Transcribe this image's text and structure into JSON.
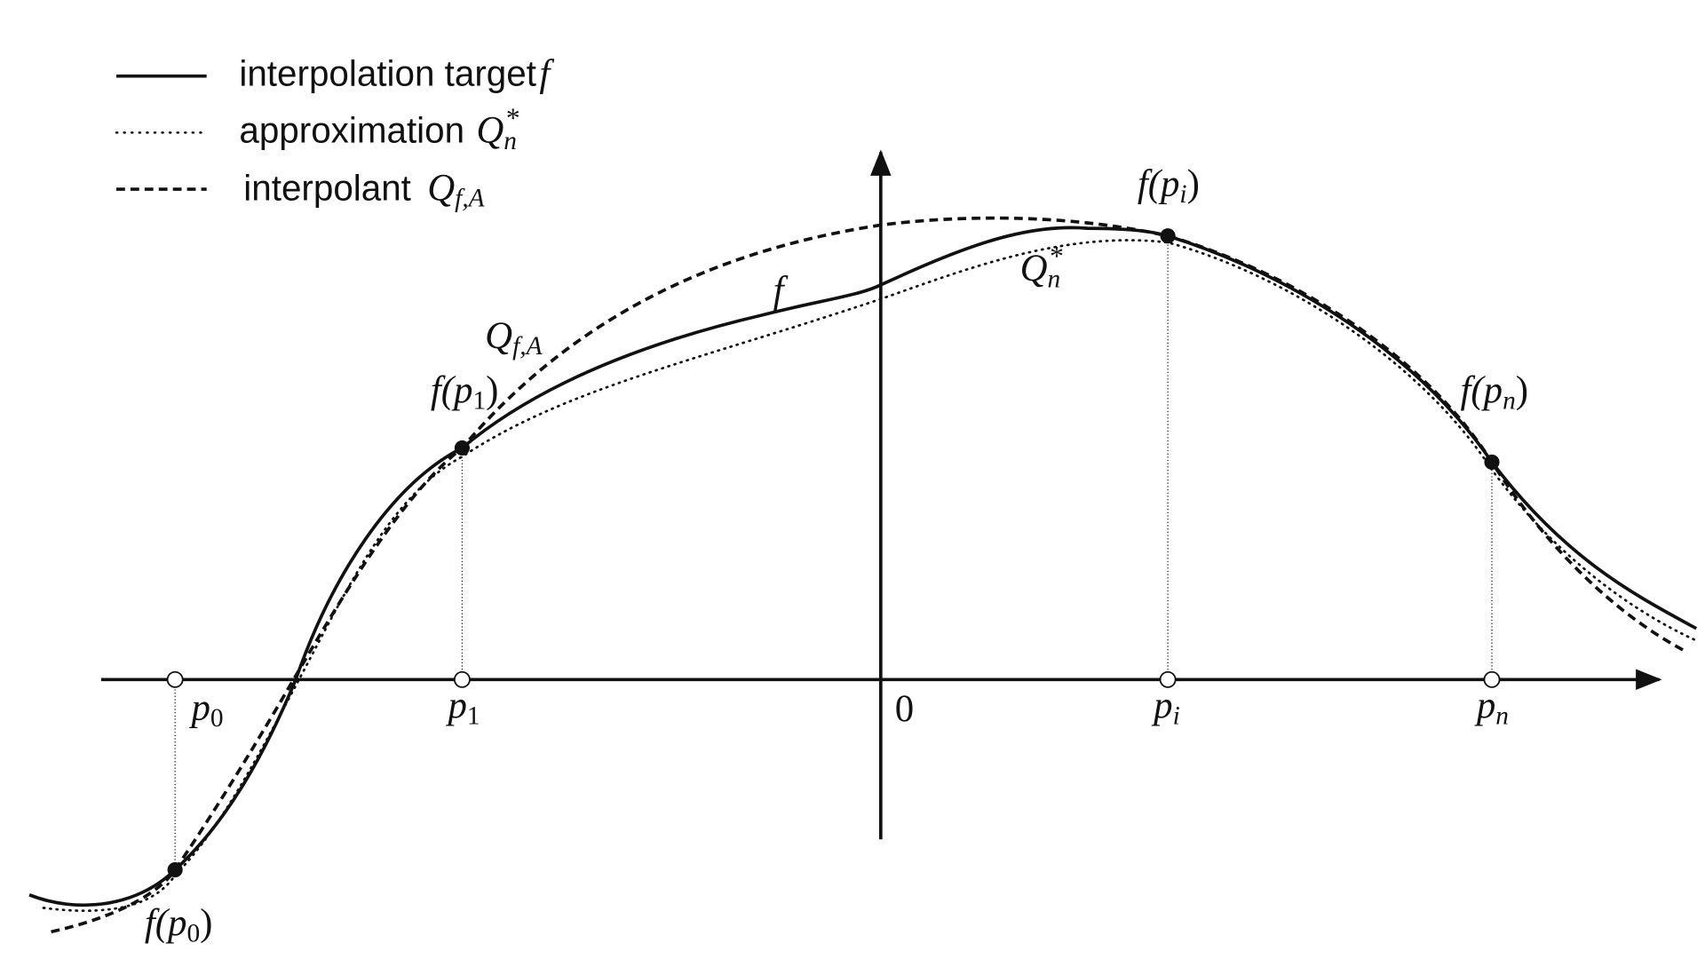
{
  "legend": {
    "target": {
      "label": "interpolation target",
      "symbol": "f"
    },
    "approximation": {
      "label": "approximation",
      "symbol": "Q",
      "sub": "n",
      "sup": "*"
    },
    "interpolant": {
      "label": "interpolant",
      "symbol": "Q",
      "sub": "f,A"
    }
  },
  "curve_labels": {
    "f": "f",
    "q_star": {
      "symbol": "Q",
      "sub": "n",
      "sup": "*"
    },
    "q_fa": {
      "symbol": "Q",
      "sub": "f,A"
    }
  },
  "origin_label": "0",
  "nodes": [
    {
      "id": "p0",
      "letter": "p",
      "sub": "0",
      "value_label": "f(p",
      "value_close": ")"
    },
    {
      "id": "p1",
      "letter": "p",
      "sub": "1",
      "value_label": "f(p",
      "value_close": ")"
    },
    {
      "id": "pi",
      "letter": "p",
      "sub": "i",
      "value_label": "f(p",
      "value_close": ")"
    },
    {
      "id": "pn",
      "letter": "p",
      "sub": "n",
      "value_label": "f(p",
      "value_close": ")"
    }
  ],
  "styles": {
    "ink": "#111111",
    "target_line": "solid",
    "approximation_line": "dotted",
    "interpolant_line": "dashed"
  }
}
